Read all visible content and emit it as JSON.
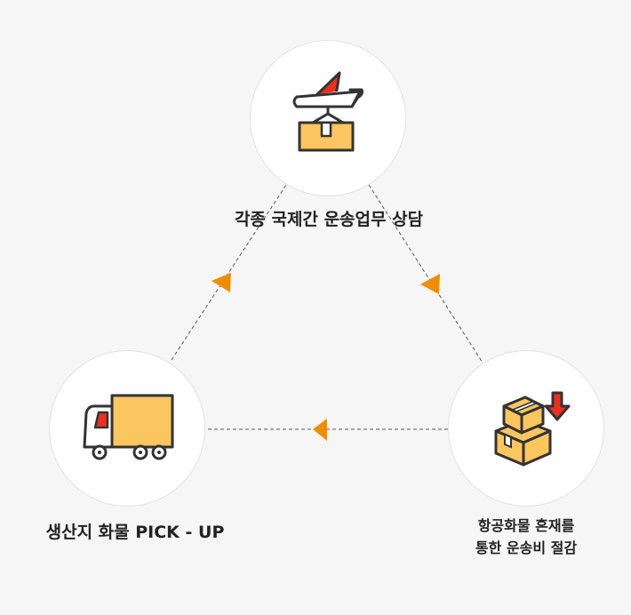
{
  "nodes": {
    "top": {
      "label": "각종 국제간 운송업무 상담"
    },
    "left": {
      "label": "생산지 화물 PICK - UP"
    },
    "right": {
      "label_line1": "항공화물 혼재를",
      "label_line2": "통한 운송비 절감"
    }
  },
  "colors": {
    "background": "#f6f6f6",
    "circle": "#ffffff",
    "circle_border": "#e2e2e2",
    "arrow": "#f08c00",
    "box": "#fbc55f",
    "outline": "#333333",
    "accent_red": "#e8311f",
    "connector": "#555555"
  },
  "icons": {
    "top": "airplane-cargo-icon",
    "left": "delivery-truck-icon",
    "right": "stacked-boxes-download-icon"
  }
}
